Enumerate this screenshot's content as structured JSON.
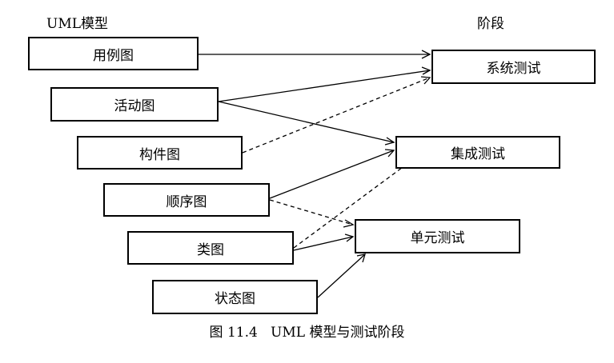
{
  "headers": {
    "models": "UML模型",
    "phases": "阶段"
  },
  "models": [
    {
      "id": "usecase",
      "label": "用例图"
    },
    {
      "id": "activity",
      "label": "活动图"
    },
    {
      "id": "component",
      "label": "构件图"
    },
    {
      "id": "sequence",
      "label": "顺序图"
    },
    {
      "id": "class",
      "label": "类图"
    },
    {
      "id": "state",
      "label": "状态图"
    }
  ],
  "phases": [
    {
      "id": "system",
      "label": "系统测试"
    },
    {
      "id": "integration",
      "label": "集成测试"
    },
    {
      "id": "unit",
      "label": "单元测试"
    }
  ],
  "connections": [
    {
      "from": "用例图",
      "to": "系统测试",
      "style": "solid"
    },
    {
      "from": "活动图",
      "to": "系统测试",
      "style": "solid"
    },
    {
      "from": "活动图",
      "to": "集成测试",
      "style": "solid"
    },
    {
      "from": "构件图",
      "to": "系统测试",
      "style": "dashed"
    },
    {
      "from": "顺序图",
      "to": "集成测试",
      "style": "solid"
    },
    {
      "from": "顺序图",
      "to": "单元测试",
      "style": "dashed"
    },
    {
      "from": "类图",
      "to": "集成测试",
      "style": "dashed"
    },
    {
      "from": "类图",
      "to": "单元测试",
      "style": "solid"
    },
    {
      "from": "状态图",
      "to": "单元测试",
      "style": "solid"
    }
  ],
  "caption": "图 11.4   UML 模型与测试阶段"
}
